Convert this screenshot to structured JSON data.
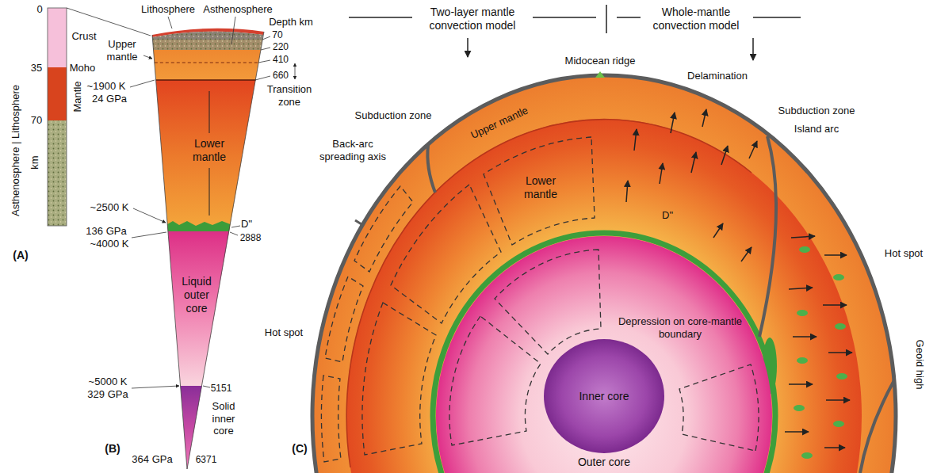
{
  "diagram": {
    "nodes": [
      {
        "text": [
          "Outer core"
        ]
      },
      {
        "text": [
          "Inner core"
        ],
        "in": 0
      }
    ],
    "labels": [
      "0",
      "35",
      "70",
      "Crust",
      "Moho",
      "Mantle",
      "Asthenosphere | Lithosphere",
      "km",
      "(A)",
      "Lithosphere",
      "Asthenosphere",
      "Depth km",
      "70",
      "220",
      "410",
      "660",
      "Transition zone",
      "Upper mantle",
      "~1900 K",
      "24 GPa",
      "Lower mantle",
      "~2500 K",
      "136 GPa",
      "~4000 K",
      "D\"",
      "2888",
      "Liquid outer core",
      "~5000 K",
      "329 GPa",
      "5151",
      "Solid inner core",
      "364 GPa",
      "6371",
      "(B)",
      "Two-layer mantle convection model",
      "Whole-mantle convection model",
      "Midocean ridge",
      "Delamination",
      "Subduction zone",
      "Subduction zone",
      "Back-arc spreading axis",
      "Island arc",
      "Upper mantle",
      "Lower mantle",
      "D\"",
      "Hot spot",
      "Hot spot",
      "Depression on core-mantle boundary",
      "Geoid high",
      "(C)"
    ]
  }
}
